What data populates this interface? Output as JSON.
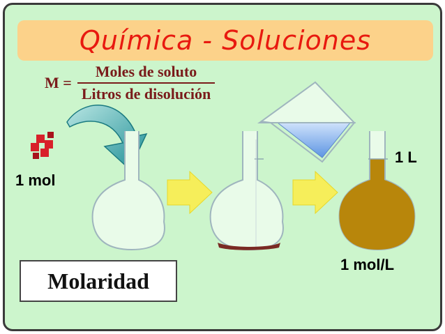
{
  "title": "Química - Soluciones",
  "formula": {
    "lhs": "M =",
    "numerator": "Moles de soluto",
    "denominator": "Litros de disolución"
  },
  "labels": {
    "solute_amount": "1 mol",
    "volume": "1 L",
    "concentration": "1 mol/L",
    "concept": "Molaridad"
  },
  "colors": {
    "background": "#ccf5cc",
    "banner": "#fcd28a",
    "title": "#e8190f",
    "formula": "#7a1b1b",
    "solution": "#b8860b",
    "solute": "#d8202a",
    "arrow": "#f6ee5a",
    "curved_arrow": "#1f8f96",
    "water": "#7fb0ee"
  },
  "icons": {
    "solute": "red-crystal-cluster-icon",
    "transfer": "curved-teal-arrow-icon",
    "step": "yellow-right-arrow-icon",
    "pour": "water-pouring-beaker-icon"
  }
}
